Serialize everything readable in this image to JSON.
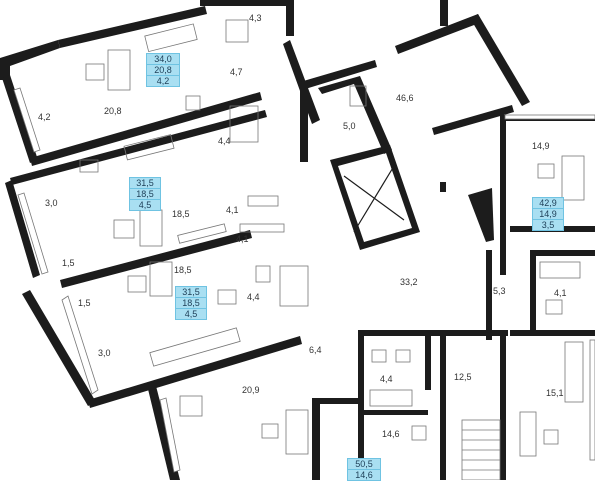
{
  "rooms": {
    "r_20_8": "20,8",
    "r_4_2": "4,2",
    "r_4_3": "4,3",
    "r_4_7": "4,7",
    "r_46_6": "46,6",
    "r_5_0": "5,0",
    "r_4_4a": "4,4",
    "r_3_0a": "3,0",
    "r_18_5a": "18,5",
    "r_4_1a": "4,1",
    "r_4_1b": "4,1",
    "r_1_5a": "1,5",
    "r_18_5b": "18,5",
    "r_4_4b": "4,4",
    "r_1_5b": "1,5",
    "r_3_0b": "3,0",
    "r_33_2": "33,2",
    "r_14_9": "14,9",
    "r_5_3": "5,3",
    "r_4_1c": "4,1",
    "r_6_4": "6,4",
    "r_20_9": "20,9",
    "r_4_4c": "4,4",
    "r_12_5": "12,5",
    "r_15_1": "15,1",
    "r_14_6": "14,6"
  },
  "badges": {
    "apt1": [
      "34,0",
      "20,8",
      "4,2"
    ],
    "apt2": [
      "31,5",
      "18,5",
      "4,5"
    ],
    "apt3": [
      "31,5",
      "18,5",
      "4,5"
    ],
    "apt4": [
      "42,9",
      "14,9",
      "3,5"
    ],
    "apt5": [
      "50,5",
      "14,6"
    ]
  },
  "colors": {
    "wall": "#1c1c1c",
    "badge_fill": "#a9dff2",
    "badge_border": "#6fc3e2"
  }
}
